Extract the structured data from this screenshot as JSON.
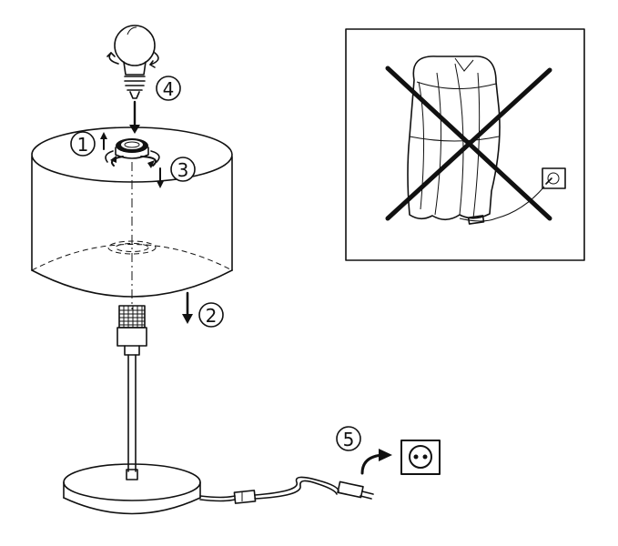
{
  "steps": {
    "step1": "1",
    "step2": "2",
    "step3": "3",
    "step4": "4",
    "step5": "5"
  },
  "icons": {
    "bulb": "light-bulb-icon",
    "socket": "power-socket-icon",
    "plug": "plug-icon",
    "warning": "do-not-cover-warning"
  },
  "colors": {
    "line": "#111111",
    "background": "#ffffff"
  }
}
